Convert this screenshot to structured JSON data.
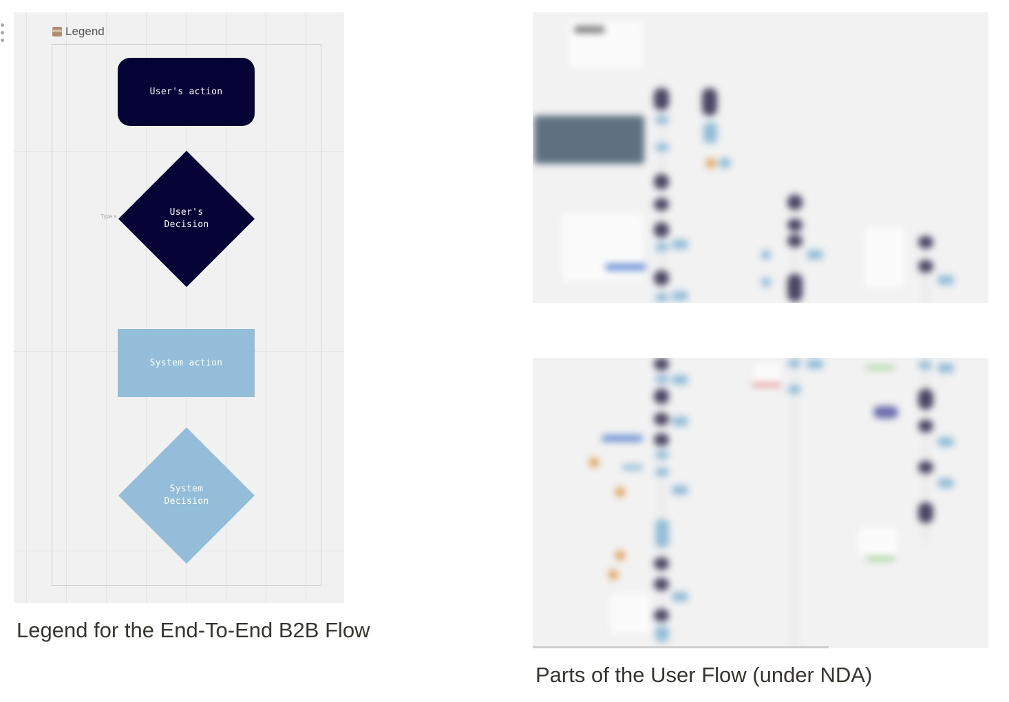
{
  "legend_board": {
    "frame_title": "Legend",
    "frame_icon": "scroll-icon",
    "hint_text": "Type s",
    "shapes": {
      "user_action": "User's action",
      "user_decision_line1": "User's",
      "user_decision_line2": "Decision",
      "system_action": "System action",
      "system_decision_line1": "System",
      "system_decision_line2": "Decision"
    },
    "colors": {
      "user": "#050335",
      "system": "#93bdd8",
      "board_bg": "#f1f1f1"
    }
  },
  "captions": {
    "legend": "Legend for the End-To-End B2B Flow",
    "user_flow": "Parts of the User Flow (under NDA)"
  },
  "previews": {
    "top": "blurred-user-flow-part-1",
    "bottom": "blurred-user-flow-part-2"
  }
}
